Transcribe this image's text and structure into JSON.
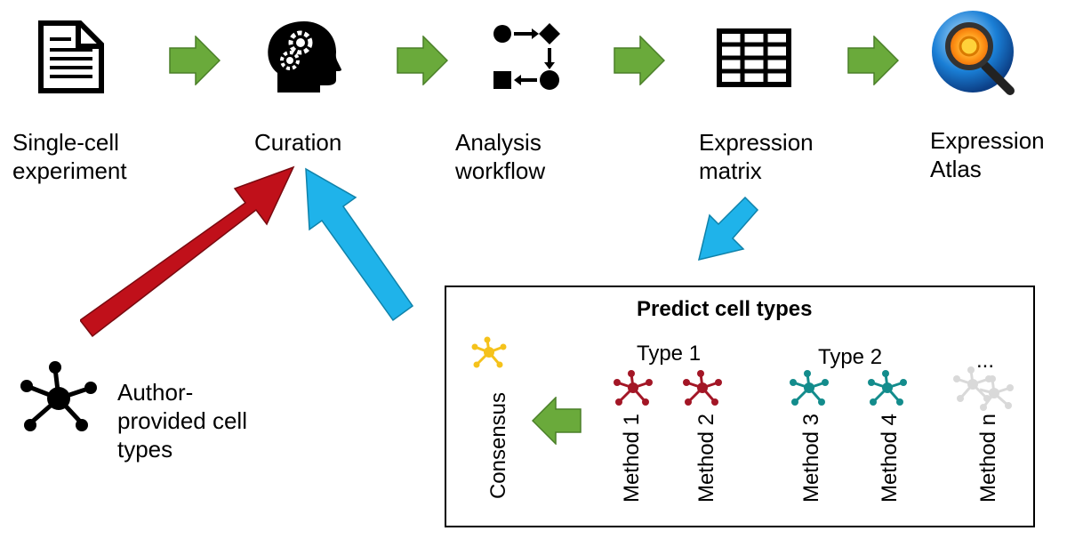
{
  "pipeline": {
    "steps": [
      {
        "label_line1": "Single-cell",
        "label_line2": "experiment",
        "icon": "document-icon"
      },
      {
        "label_line1": "Curation",
        "label_line2": "",
        "icon": "head-gears-icon"
      },
      {
        "label_line1": "Analysis",
        "label_line2": "workflow",
        "icon": "workflow-icon"
      },
      {
        "label_line1": "Expression",
        "label_line2": "matrix",
        "icon": "grid-table-icon"
      },
      {
        "label_line1": "Expression",
        "label_line2": "Atlas",
        "icon": "atlas-logo-icon"
      }
    ]
  },
  "author": {
    "line1": "Author-",
    "line2": "provided cell",
    "line3": "types",
    "icon": "network-node-icon"
  },
  "predict": {
    "title": "Predict cell types",
    "type1": "Type 1",
    "type2": "Type 2",
    "ellipsis": "...",
    "consensus": "Consensus",
    "methods": [
      "Method 1",
      "Method 2",
      "Method 3",
      "Method 4",
      "Method n"
    ]
  },
  "colors": {
    "green_arrow": "#6aaa3b",
    "red_arrow": "#c0101a",
    "blue_arrow": "#1fb3ea",
    "consensus_node": "#f5c21b",
    "type1_node": "#a31626",
    "type2_node": "#138c8c",
    "method_n_node": "#d9d9d9"
  }
}
